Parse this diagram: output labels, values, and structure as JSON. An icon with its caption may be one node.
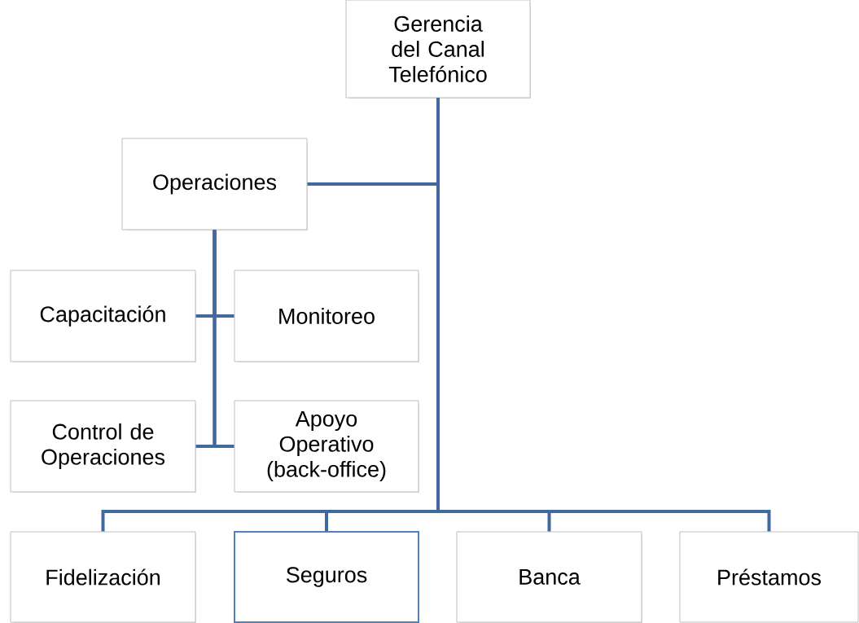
{
  "diagram": {
    "nodes": [
      {
        "text": [
          "Gerencia del Canal Telefónico"
        ]
      },
      {
        "text": [
          "Operaciones"
        ]
      },
      {
        "text": [
          "Capacitación"
        ]
      },
      {
        "text": [
          "Monitoreo"
        ]
      },
      {
        "text": [
          "Control de Operaciones"
        ]
      },
      {
        "text": [
          "Apoyo Operativo (back-office)"
        ]
      },
      {
        "text": [
          "Fidelización"
        ]
      },
      {
        "text": [
          "Seguros"
        ]
      },
      {
        "text": [
          "Banca"
        ]
      },
      {
        "text": [
          "Préstamos"
        ]
      }
    ],
    "edges": [
      {
        "from": 0,
        "to": 1,
        "arrow": "none"
      },
      {
        "from": 0,
        "to": 6,
        "arrow": "none"
      },
      {
        "from": 0,
        "to": 7,
        "arrow": "none"
      },
      {
        "from": 0,
        "to": 8,
        "arrow": "none"
      },
      {
        "from": 0,
        "to": 9,
        "arrow": "none"
      },
      {
        "from": 1,
        "to": 2,
        "arrow": "none"
      },
      {
        "from": 1,
        "to": 3,
        "arrow": "none"
      },
      {
        "from": 1,
        "to": 4,
        "arrow": "none"
      },
      {
        "from": 1,
        "to": 5,
        "arrow": "none"
      }
    ]
  }
}
